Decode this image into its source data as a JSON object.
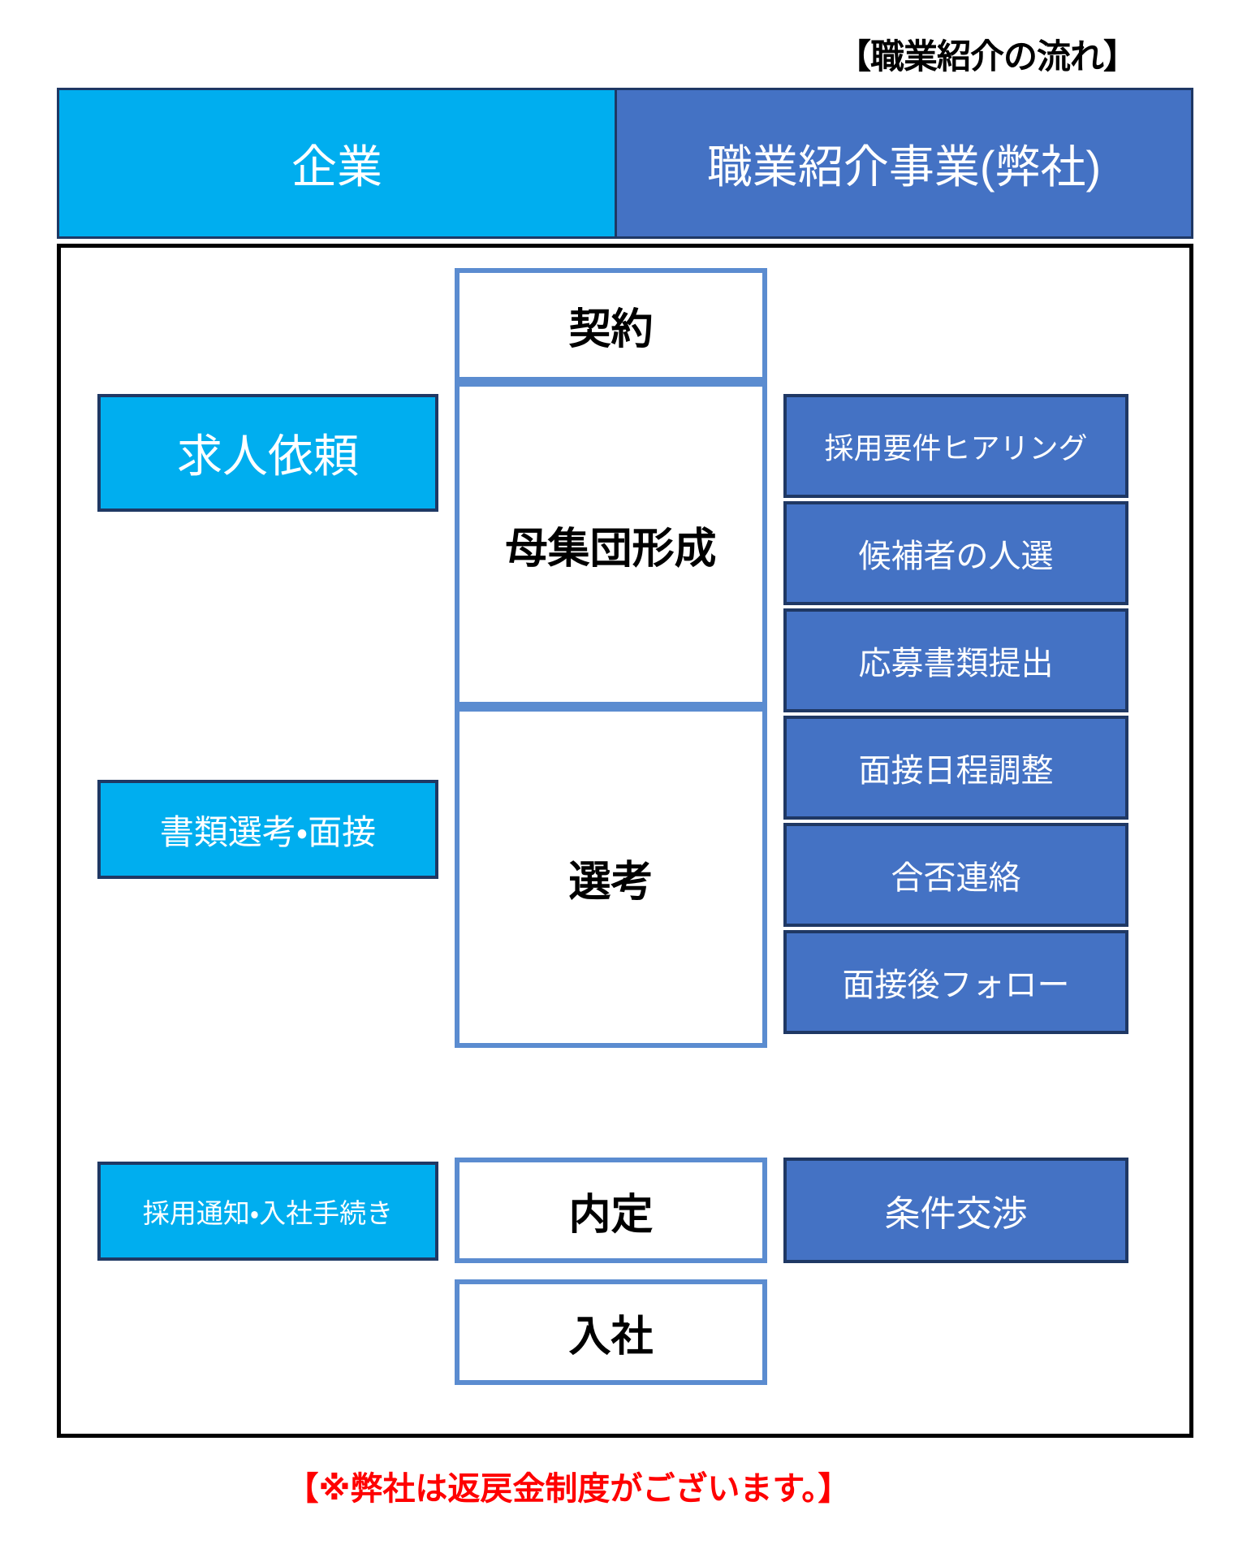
{
  "title": "【職業紹介の流れ】",
  "colors": {
    "company_blue": "#00AEEF",
    "agency_blue": "#4472C4",
    "stage_border": "#5B8CD0",
    "dark_navy": "#1F3864",
    "footnote_red": "#FF0000",
    "frame_black": "#000000"
  },
  "header": {
    "company": "企業",
    "agency": "職業紹介事業(弊社)"
  },
  "company_steps": [
    {
      "label": "求人依頼"
    },
    {
      "label": "書類選考・面接"
    },
    {
      "label": "採用通知・入社手続き"
    }
  ],
  "stages": [
    {
      "label": "契約"
    },
    {
      "label": "母集団形成"
    },
    {
      "label": "選考"
    },
    {
      "label": "内定"
    },
    {
      "label": "入社"
    }
  ],
  "agency_tasks": [
    {
      "label": "採用要件ヒアリング"
    },
    {
      "label": "候補者の人選"
    },
    {
      "label": "応募書類提出"
    },
    {
      "label": "面接日程調整"
    },
    {
      "label": "合否連絡"
    },
    {
      "label": "面接後フォロー"
    },
    {
      "label": "条件交渉"
    }
  ],
  "footnote": "【※弊社は返戻金制度がございます。】"
}
